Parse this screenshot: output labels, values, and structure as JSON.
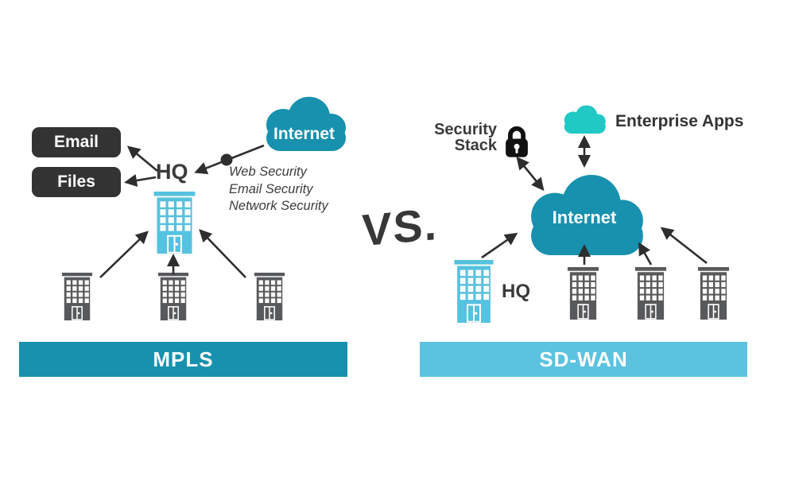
{
  "left": {
    "email_label": "Email",
    "files_label": "Files",
    "hq_label": "HQ",
    "cloud_label": "Internet",
    "security_services": [
      "Web Security",
      "Email Security",
      "Network Security"
    ],
    "banner_label": "MPLS"
  },
  "divider": {
    "vs_label": "VS."
  },
  "right": {
    "security_stack_line1": "Security",
    "security_stack_line2": "Stack",
    "enterprise_apps_label": "Enterprise Apps",
    "cloud_label": "Internet",
    "hq_label": "HQ",
    "banner_label": "SD-WAN"
  },
  "colors": {
    "teal_dark": "#1791AE",
    "blue_light": "#5BC3DF",
    "building_blue": "#54C2E0",
    "turquoise": "#20C9C4",
    "box_dark": "#333333",
    "building_gray": "#58595B",
    "arrow": "#2E2E2E"
  }
}
